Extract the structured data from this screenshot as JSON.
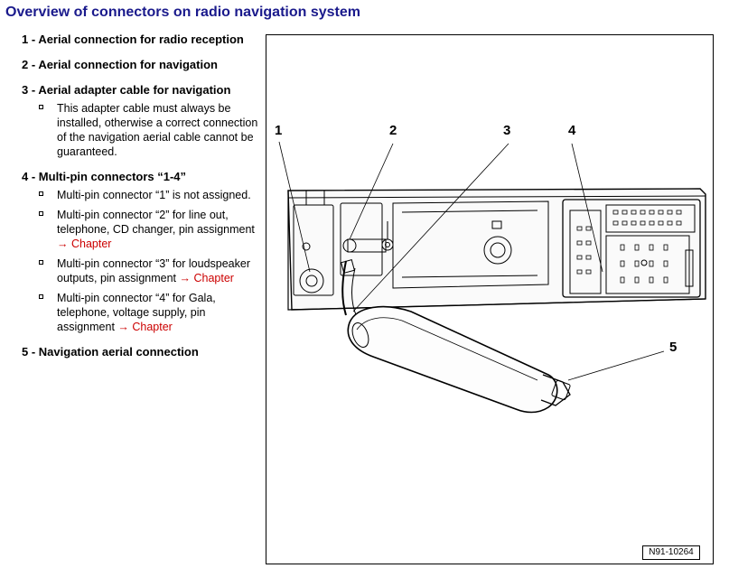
{
  "title": "Overview of connectors on radio navigation system",
  "legend": [
    {
      "num": "1",
      "label": "Aerial connection for radio reception",
      "subs": []
    },
    {
      "num": "2",
      "label": "Aerial connection for navigation",
      "subs": []
    },
    {
      "num": "3",
      "label": "Aerial adapter cable for navigation",
      "subs": [
        {
          "text": "This adapter cable must always be installed, otherwise a correct connection of the navigation aerial cable cannot be guaranteed.",
          "link": ""
        }
      ]
    },
    {
      "num": "4",
      "label": "Multi-pin connectors “1-4”",
      "subs": [
        {
          "text": "Multi-pin connector “1” is not assigned.",
          "link": ""
        },
        {
          "text": "Multi-pin connector “2” for line out, telephone, CD changer, pin assignment ",
          "link": "→ Chapter"
        },
        {
          "text": "Multi-pin connector “3” for loudspeaker outputs, pin assignment ",
          "link": "→ Chapter"
        },
        {
          "text": "Multi-pin connector “4” for Gala, telephone, voltage supply, pin assignment ",
          "link": "→ Chapter"
        }
      ]
    },
    {
      "num": "5",
      "label": "Navigation aerial connection",
      "subs": []
    }
  ],
  "figure": {
    "callouts": [
      "1",
      "2",
      "3",
      "4",
      "5"
    ],
    "figure_id": "N91-10264"
  }
}
